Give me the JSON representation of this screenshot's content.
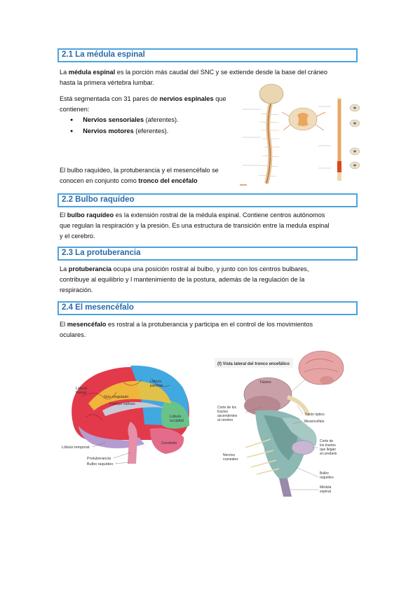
{
  "sections": [
    {
      "title": "2.1 La médula espinal"
    },
    {
      "title": "2.2 Bulbo raquídeo"
    },
    {
      "title": "2.3 La protuberancia"
    },
    {
      "title": "2.4 El mesencéfalo"
    }
  ],
  "s1": {
    "p1_a": "La ",
    "p1_b": "médula espinal",
    "p1_c": " es la porción más caudal del SNC y se extiende desde la base del cráneo",
    "p1_line2": "hasta la primera vértebra lumbar.",
    "p2_a": "Está segmentada con 31 pares de ",
    "p2_b": "nervios espinales",
    "p2_c": " que",
    "p2_line2": "contienen:",
    "bullets": [
      {
        "bold": "Nervios sensoriales",
        "rest": " (aferentes)."
      },
      {
        "bold": "Nervios motores",
        "rest": " (eferentes)."
      }
    ],
    "p3_line1": "El bulbo raquídeo, la protuberancia y el mesencéfalo se",
    "p3_a": "conocen en conjunto como ",
    "p3_b": "tronco del encéfalo"
  },
  "s2": {
    "a": "El ",
    "b": "bulbo raquídeo",
    "c": " es la extensión rostral de la médula espinal. Contiene centros autónomos",
    "line2": "que regulan la respiración y la presión. Es una estructura de transición entre la medula espinal",
    "line3": "y el cerebro."
  },
  "s3": {
    "a": "La ",
    "b": "protuberancia",
    "c": " ocupa una posición rostral al bulbo, y junto con los centros bulbares,",
    "line2": "contribuye al equilibrio y l mantenimiento de la postura, además de la regulación de la",
    "line3": "respiración."
  },
  "s4": {
    "a": "El ",
    "b": "mesencéfalo",
    "c": " es rostral a la protuberancia y participa en el control de los movimientos",
    "line2": "oculares."
  },
  "fig_brain": {
    "labels": [
      "Lóbulo frontal",
      "Giro cingulado",
      "Cuerpo calloso",
      "Lóbulo parietal",
      "Lóbulo occipital",
      "Cerebelo",
      "Lóbulo temporal",
      "Protuberancia",
      "Bulbo raquídeo"
    ]
  },
  "fig_stem": {
    "title": "(f) Vista lateral del tronco encefálico",
    "labels": [
      "Tálamo",
      "Corte de los tractos ascendentes al cerebro",
      "Tracto óptico",
      "Mesencéfalo",
      "Corte de los tractos que llegan al cerebelo",
      "Nervios craneales",
      "Bulbo raquídeo",
      "Médula espinal"
    ]
  },
  "colors": {
    "heading_border": "#4aa3df",
    "heading_text": "#2a6aa8"
  }
}
